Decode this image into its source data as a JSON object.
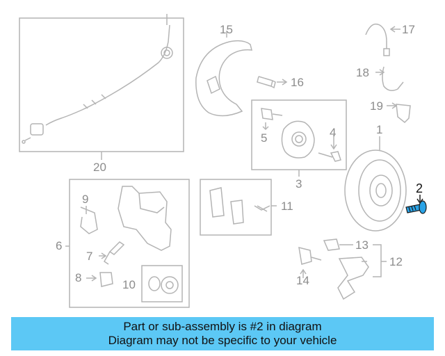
{
  "diagram": {
    "callouts": [
      {
        "id": "1",
        "label": "1"
      },
      {
        "id": "2",
        "label": "2"
      },
      {
        "id": "3",
        "label": "3"
      },
      {
        "id": "4",
        "label": "4"
      },
      {
        "id": "5",
        "label": "5"
      },
      {
        "id": "6",
        "label": "6"
      },
      {
        "id": "7",
        "label": "7"
      },
      {
        "id": "8",
        "label": "8"
      },
      {
        "id": "9",
        "label": "9"
      },
      {
        "id": "10",
        "label": "10"
      },
      {
        "id": "11",
        "label": "11"
      },
      {
        "id": "12",
        "label": "12"
      },
      {
        "id": "13",
        "label": "13"
      },
      {
        "id": "14",
        "label": "14"
      },
      {
        "id": "15",
        "label": "15"
      },
      {
        "id": "16",
        "label": "16"
      },
      {
        "id": "17",
        "label": "17"
      },
      {
        "id": "18",
        "label": "18"
      },
      {
        "id": "19",
        "label": "19"
      },
      {
        "id": "20",
        "label": "20"
      }
    ],
    "highlighted_part": "2",
    "colors": {
      "line": "#b4b4b4",
      "highlight": "#2aa3e6",
      "banner": "#5cc8f5"
    }
  },
  "banner": {
    "line1": "Part or sub-assembly is #2 in diagram",
    "line2": "Diagram may not be specific to your vehicle"
  }
}
